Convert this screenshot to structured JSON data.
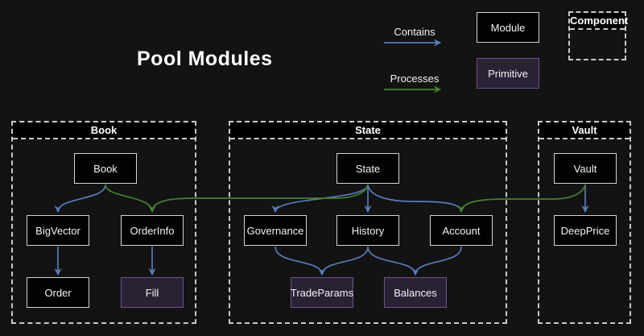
{
  "title": "Pool Modules",
  "legend": {
    "contains": "Contains",
    "processes": "Processes",
    "module": "Module",
    "primitive": "Primitive",
    "component": "Component"
  },
  "containers": {
    "book": "Book",
    "state": "State",
    "vault": "Vault"
  },
  "nodes": {
    "book": "Book",
    "bigvector": "BigVector",
    "orderinfo": "OrderInfo",
    "order": "Order",
    "fill": "Fill",
    "state": "State",
    "governance": "Governance",
    "history": "History",
    "account": "Account",
    "tradeparams": "TradeParams",
    "balances": "Balances",
    "vault": "Vault",
    "deepprice": "DeepPrice"
  },
  "node_types": {
    "modules": [
      "Book",
      "BigVector",
      "OrderInfo",
      "Order",
      "State",
      "Governance",
      "History",
      "Account",
      "Vault",
      "DeepPrice"
    ],
    "primitives": [
      "Fill",
      "TradeParams",
      "Balances"
    ]
  },
  "edges": {
    "contains": [
      [
        "Book",
        "BigVector"
      ],
      [
        "BigVector",
        "Order"
      ],
      [
        "OrderInfo",
        "Fill"
      ],
      [
        "State",
        "Governance"
      ],
      [
        "State",
        "History"
      ],
      [
        "State",
        "Account"
      ],
      [
        "Governance",
        "TradeParams"
      ],
      [
        "History",
        "TradeParams"
      ],
      [
        "History",
        "Balances"
      ],
      [
        "Account",
        "Balances"
      ],
      [
        "Vault",
        "DeepPrice"
      ]
    ],
    "processes": [
      [
        "Book",
        "OrderInfo"
      ],
      [
        "State",
        "OrderInfo"
      ],
      [
        "Vault",
        "Account"
      ]
    ]
  },
  "colors": {
    "bg": "#131313",
    "module-fill": "#020202",
    "module-border": "#d4d4d4",
    "primitive-fill": "#2a2135",
    "primitive-border": "#6e548f",
    "dash-color": "#c9c9c9",
    "blue": "#567db8",
    "green": "#448231",
    "text": "#f2f2f2"
  }
}
